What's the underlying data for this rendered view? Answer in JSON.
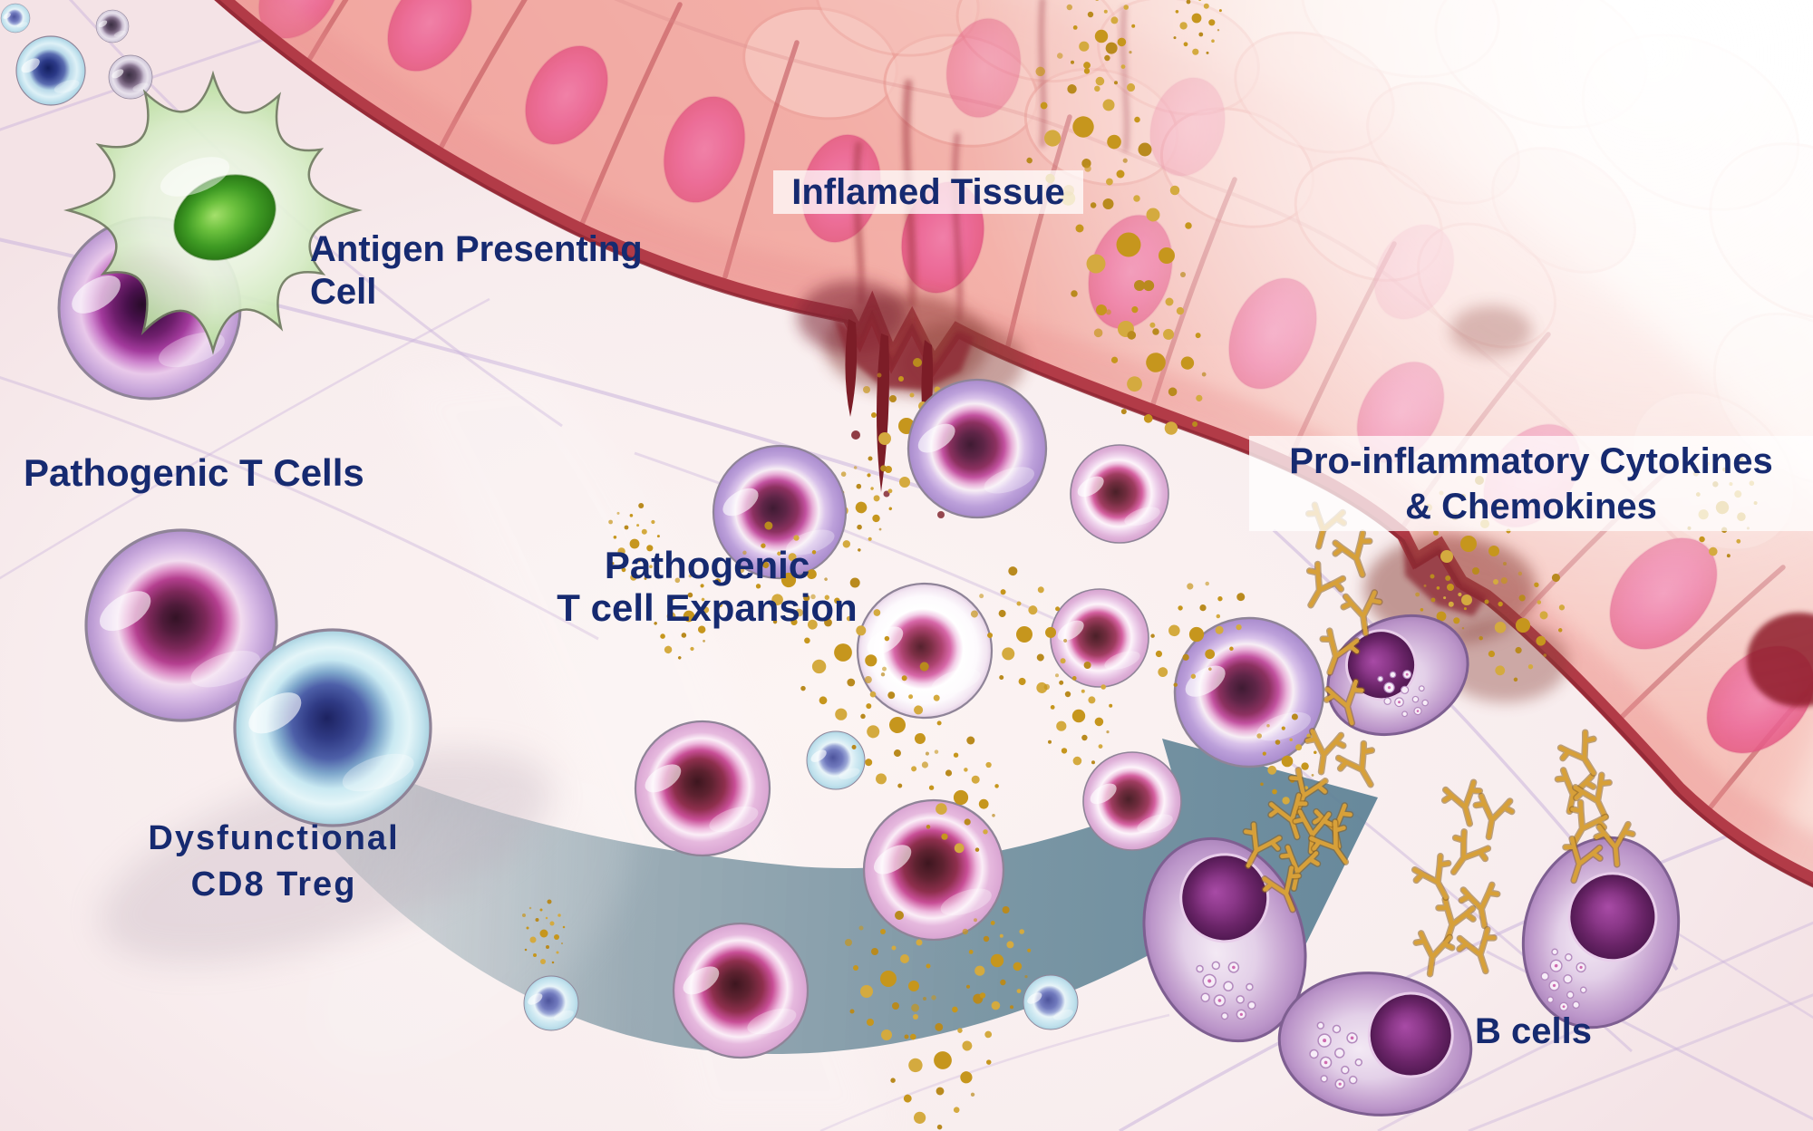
{
  "diagram": {
    "type": "medical-illustration",
    "topic": "inflamed tissue immune response"
  },
  "labels": {
    "inflamed_tissue": "Inflamed Tissue",
    "antigen_presenting_line1": "Antigen Presenting",
    "antigen_presenting_line2": "Cell",
    "pathogenic_t_cells": "Pathogenic T Cells",
    "dysfunctional_line1": "Dysfunctional",
    "dysfunctional_line2": "CD8 Treg",
    "expansion_line1": "Pathogenic",
    "expansion_line2": "T cell Expansion",
    "cytokines_line1": "Pro-inflammatory Cytokines",
    "cytokines_line2": "& Chemokines",
    "b_cells": "B cells"
  },
  "colors": {
    "label_navy": "#162a70",
    "background_pink": "#f6e9ea",
    "tissue_salmon": "#f2a7a1",
    "tissue_nucleus_pink": "#ec6f9d",
    "basement_membrane_red": "#b23b47",
    "damage_dark_red": "#7c1d27",
    "cytokine_gold": "#c6961d",
    "arrow_slate": "#6f8a9b",
    "fiber_lavender": "#cbb5dc",
    "t_cell_violet": "#a98bcd",
    "t_cell_magenta": "#c84e96",
    "treg_blue": "#7fa8cc",
    "b_cell_purple": "#cdaed6",
    "apc_green": "#b0daa0",
    "label_band_white": "rgba(255,255,255,0.75)"
  }
}
